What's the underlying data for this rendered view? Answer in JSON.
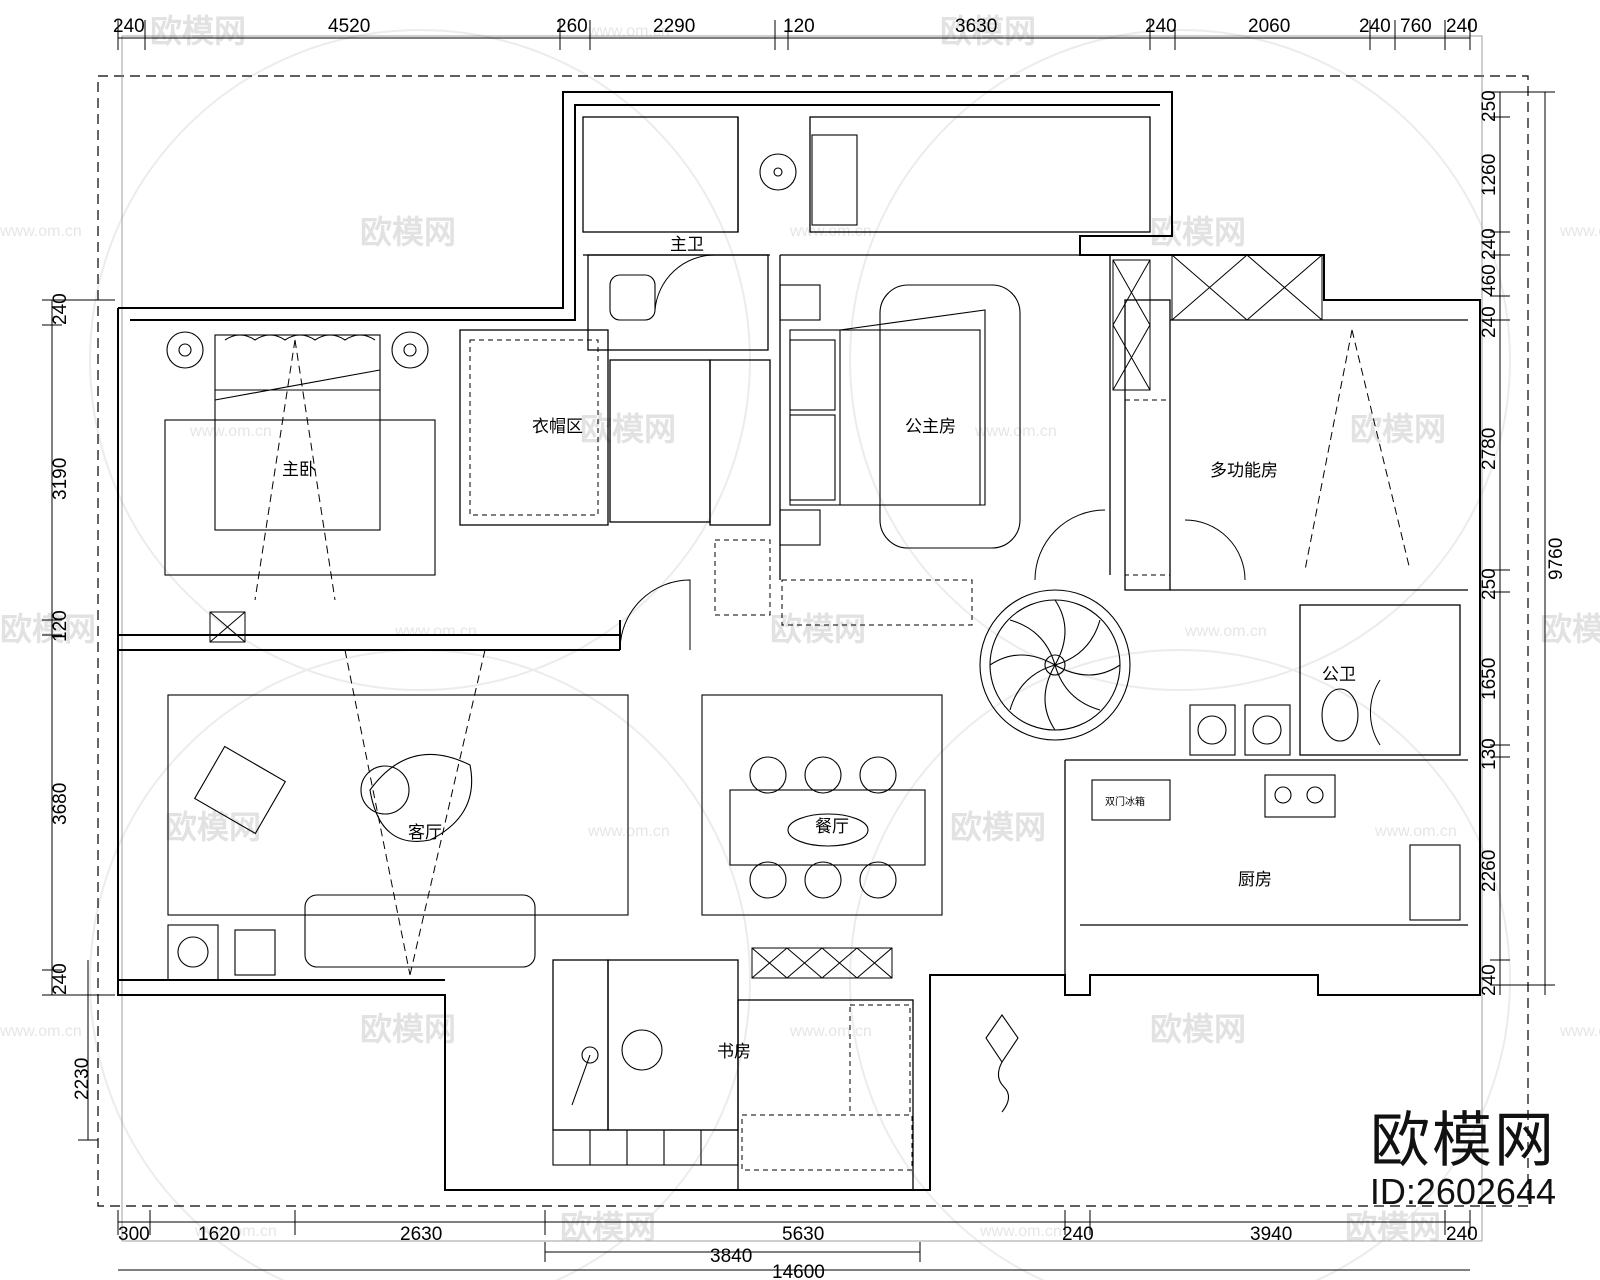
{
  "rooms": {
    "master_bath": "主卫",
    "cloakroom": "衣帽区",
    "princess_room": "公主房",
    "master_bedroom": "主卧",
    "multi_room": "多功能房",
    "public_bath": "公卫",
    "living_room": "客厅",
    "dining_room": "餐厅",
    "kitchen": "厨房",
    "study": "书房",
    "fridge": "双门冰箱"
  },
  "dims_top": [
    "240",
    "4520",
    "260",
    "2290",
    "120",
    "3630",
    "240",
    "2060",
    "240",
    "760",
    "240"
  ],
  "dims_bottom": [
    "300",
    "1620",
    "2630",
    "5630",
    "240",
    "3940",
    "240"
  ],
  "dims_bottom_sub": "3840",
  "dims_total_width": "14600",
  "dims_right": [
    "250",
    "1260",
    "240",
    "460",
    "240",
    "2780",
    "250",
    "1650",
    "130",
    "2260",
    "240"
  ],
  "dims_total_height": "9760",
  "dims_left": [
    "240",
    "3190",
    "120",
    "3680",
    "240",
    "2230"
  ],
  "watermark": {
    "name": "欧模网",
    "url": "www.om.cn"
  },
  "brand": {
    "name": "欧模网",
    "id": "ID:2602644"
  }
}
